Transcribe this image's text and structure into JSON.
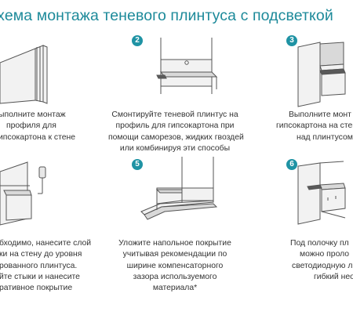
{
  "title": "Схема монтажа теневого плинтуса с подсветкой",
  "steps": [
    {
      "number": "",
      "text_lines": [
        "ыполните монтаж",
        "профиля для",
        "ипсокартона к стене"
      ]
    },
    {
      "number": "2",
      "text_lines": [
        "Смонтируйте теневой плинтус на",
        "профиль для гипсокартона при",
        "помощи саморезов, жидких гвоздей",
        "или комбинируя эти способы"
      ]
    },
    {
      "number": "3",
      "text_lines": [
        "Выполните монт",
        "гипсокартона на стен",
        "над плинтусом"
      ]
    },
    {
      "number": "",
      "text_lines": [
        "бходимо, нанесите слой",
        "ки на стену до уровня",
        "рованного плинтуса.",
        "йте стыки и нанесите",
        "ративное покрытие"
      ]
    },
    {
      "number": "5",
      "text_lines": [
        "Уложите напольное покрытие",
        "учитывая рекомендации по",
        "ширине компенсаторного",
        "зазора используемого",
        "материала*"
      ]
    },
    {
      "number": "6",
      "text_lines": [
        "Под полочку пл",
        "можно проло",
        "светодиодную л",
        "гибкий нео"
      ]
    }
  ]
}
